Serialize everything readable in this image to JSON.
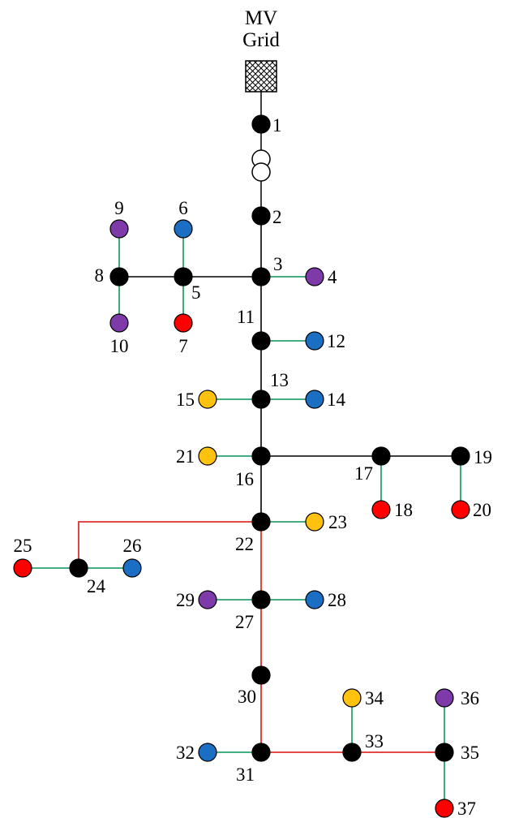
{
  "grid": {
    "line1": "MV",
    "line2": "Grid"
  },
  "colors": {
    "bus": "#000000",
    "blue": "#1a6fc4",
    "purple": "#7d3aa8",
    "red": "#ff0000",
    "yellow": "#ffc20e",
    "feeder": "#000000",
    "branch": "#2aa36e",
    "ring": "#e0302a"
  },
  "nodes": [
    {
      "id": "1",
      "label": "1",
      "color": "bus"
    },
    {
      "id": "2",
      "label": "2",
      "color": "bus"
    },
    {
      "id": "3",
      "label": "3",
      "color": "bus"
    },
    {
      "id": "4",
      "label": "4",
      "color": "purple"
    },
    {
      "id": "5",
      "label": "5",
      "color": "bus"
    },
    {
      "id": "6",
      "label": "6",
      "color": "blue"
    },
    {
      "id": "7",
      "label": "7",
      "color": "red"
    },
    {
      "id": "8",
      "label": "8",
      "color": "bus"
    },
    {
      "id": "9",
      "label": "9",
      "color": "purple"
    },
    {
      "id": "10",
      "label": "10",
      "color": "purple"
    },
    {
      "id": "11",
      "label": "11",
      "color": "bus"
    },
    {
      "id": "12",
      "label": "12",
      "color": "blue"
    },
    {
      "id": "13",
      "label": "13",
      "color": "bus"
    },
    {
      "id": "14",
      "label": "14",
      "color": "blue"
    },
    {
      "id": "15",
      "label": "15",
      "color": "yellow"
    },
    {
      "id": "16",
      "label": "16",
      "color": "bus"
    },
    {
      "id": "17",
      "label": "17",
      "color": "bus"
    },
    {
      "id": "18",
      "label": "18",
      "color": "red"
    },
    {
      "id": "19",
      "label": "19",
      "color": "bus"
    },
    {
      "id": "20",
      "label": "20",
      "color": "red"
    },
    {
      "id": "21",
      "label": "21",
      "color": "yellow"
    },
    {
      "id": "22",
      "label": "22",
      "color": "bus"
    },
    {
      "id": "23",
      "label": "23",
      "color": "yellow"
    },
    {
      "id": "24",
      "label": "24",
      "color": "bus"
    },
    {
      "id": "25",
      "label": "25",
      "color": "red"
    },
    {
      "id": "26",
      "label": "26",
      "color": "blue"
    },
    {
      "id": "27",
      "label": "27",
      "color": "bus"
    },
    {
      "id": "28",
      "label": "28",
      "color": "blue"
    },
    {
      "id": "29",
      "label": "29",
      "color": "purple"
    },
    {
      "id": "30",
      "label": "30",
      "color": "bus"
    },
    {
      "id": "31",
      "label": "31",
      "color": "bus"
    },
    {
      "id": "32",
      "label": "32",
      "color": "blue"
    },
    {
      "id": "33",
      "label": "33",
      "color": "bus"
    },
    {
      "id": "34",
      "label": "34",
      "color": "yellow"
    },
    {
      "id": "35",
      "label": "35",
      "color": "bus"
    },
    {
      "id": "36",
      "label": "36",
      "color": "purple"
    },
    {
      "id": "37",
      "label": "37",
      "color": "red"
    }
  ],
  "edges": [
    {
      "from": "2",
      "to": "3",
      "type": "feeder"
    },
    {
      "from": "3",
      "to": "5",
      "type": "feeder"
    },
    {
      "from": "5",
      "to": "8",
      "type": "feeder"
    },
    {
      "from": "3",
      "to": "11",
      "type": "feeder"
    },
    {
      "from": "11",
      "to": "13",
      "type": "feeder"
    },
    {
      "from": "13",
      "to": "16",
      "type": "feeder"
    },
    {
      "from": "16",
      "to": "17",
      "type": "feeder"
    },
    {
      "from": "17",
      "to": "19",
      "type": "feeder"
    },
    {
      "from": "16",
      "to": "22",
      "type": "feeder"
    },
    {
      "from": "3",
      "to": "4",
      "type": "branch"
    },
    {
      "from": "5",
      "to": "6",
      "type": "branch"
    },
    {
      "from": "5",
      "to": "7",
      "type": "branch"
    },
    {
      "from": "8",
      "to": "9",
      "type": "branch"
    },
    {
      "from": "8",
      "to": "10",
      "type": "branch"
    },
    {
      "from": "11",
      "to": "12",
      "type": "branch"
    },
    {
      "from": "13",
      "to": "14",
      "type": "branch"
    },
    {
      "from": "13",
      "to": "15",
      "type": "branch"
    },
    {
      "from": "16",
      "to": "21",
      "type": "branch"
    },
    {
      "from": "17",
      "to": "18",
      "type": "branch"
    },
    {
      "from": "19",
      "to": "20",
      "type": "branch"
    },
    {
      "from": "22",
      "to": "23",
      "type": "branch"
    },
    {
      "from": "24",
      "to": "25",
      "type": "branch"
    },
    {
      "from": "24",
      "to": "26",
      "type": "branch"
    },
    {
      "from": "27",
      "to": "28",
      "type": "branch"
    },
    {
      "from": "27",
      "to": "29",
      "type": "branch"
    },
    {
      "from": "31",
      "to": "32",
      "type": "branch"
    },
    {
      "from": "33",
      "to": "34",
      "type": "branch"
    },
    {
      "from": "35",
      "to": "36",
      "type": "branch"
    },
    {
      "from": "35",
      "to": "37",
      "type": "branch"
    },
    {
      "from": "22",
      "to": "24",
      "type": "ring"
    },
    {
      "from": "22",
      "to": "27",
      "type": "ring"
    },
    {
      "from": "27",
      "to": "30",
      "type": "ring"
    },
    {
      "from": "30",
      "to": "31",
      "type": "ring"
    },
    {
      "from": "31",
      "to": "33",
      "type": "ring"
    },
    {
      "from": "33",
      "to": "35",
      "type": "ring"
    }
  ]
}
